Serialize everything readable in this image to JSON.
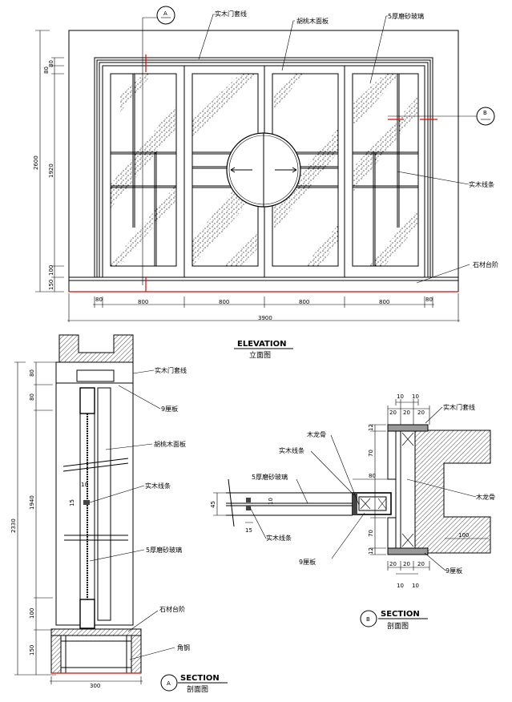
{
  "elevation": {
    "title": "ELEVATION",
    "subtitle": "立面图",
    "callouts": {
      "frame": "实木门套线",
      "panel": "胡桃木面板",
      "glass": "5厚磨砂玻璃",
      "strip": "实木线条",
      "step": "石材台阶"
    },
    "markers": {
      "a": "A",
      "b": "B"
    },
    "dims_bottom": [
      "80",
      "800",
      "800",
      "800",
      "800",
      "80"
    ],
    "dim_total": "3900",
    "dims_left": {
      "total": "2600",
      "top1": "80",
      "top2": "80",
      "main": "1920",
      "bottom1": "100",
      "bottom2": "150"
    }
  },
  "section_a": {
    "title": "SECTION",
    "subtitle": "剖面图",
    "marker": "A",
    "callouts": {
      "frame": "实木门套线",
      "board": "9厘板",
      "panel": "胡桃木面板",
      "strip": "实木线条",
      "glass": "5厚磨砂玻璃",
      "step": "石材台阶",
      "steel": "角钢"
    },
    "dims_left": {
      "total": "2330",
      "d1": "80",
      "d2": "80",
      "d3": "1940",
      "d4": "100",
      "d5": "150",
      "strip_w": "15",
      "strip_h": "10"
    },
    "dim_width": "300"
  },
  "section_b": {
    "title": "SECTION",
    "subtitle": "剖面图",
    "marker": "B",
    "callouts": {
      "frame": "实木门套线",
      "keel_top": "木龙骨",
      "strip_top": "实木线条",
      "glass": "5厚磨砂玻璃",
      "strip_bottom": "实木线条",
      "board_left": "9厘板",
      "keel_right": "木龙骨",
      "board_right": "9厘板"
    },
    "dims": {
      "top_10a": "10",
      "top_10b": "10",
      "top_20a": "20",
      "top_20b": "20",
      "top_20c": "20",
      "bot_20a": "20",
      "bot_20b": "20",
      "bot_20c": "20",
      "bot_10a": "10",
      "bot_10b": "10",
      "v12a": "12",
      "v70a": "70",
      "v70b": "70",
      "v12b": "12",
      "v45": "45",
      "v10": "10",
      "h15": "15",
      "h80": "80",
      "h100": "100"
    }
  }
}
